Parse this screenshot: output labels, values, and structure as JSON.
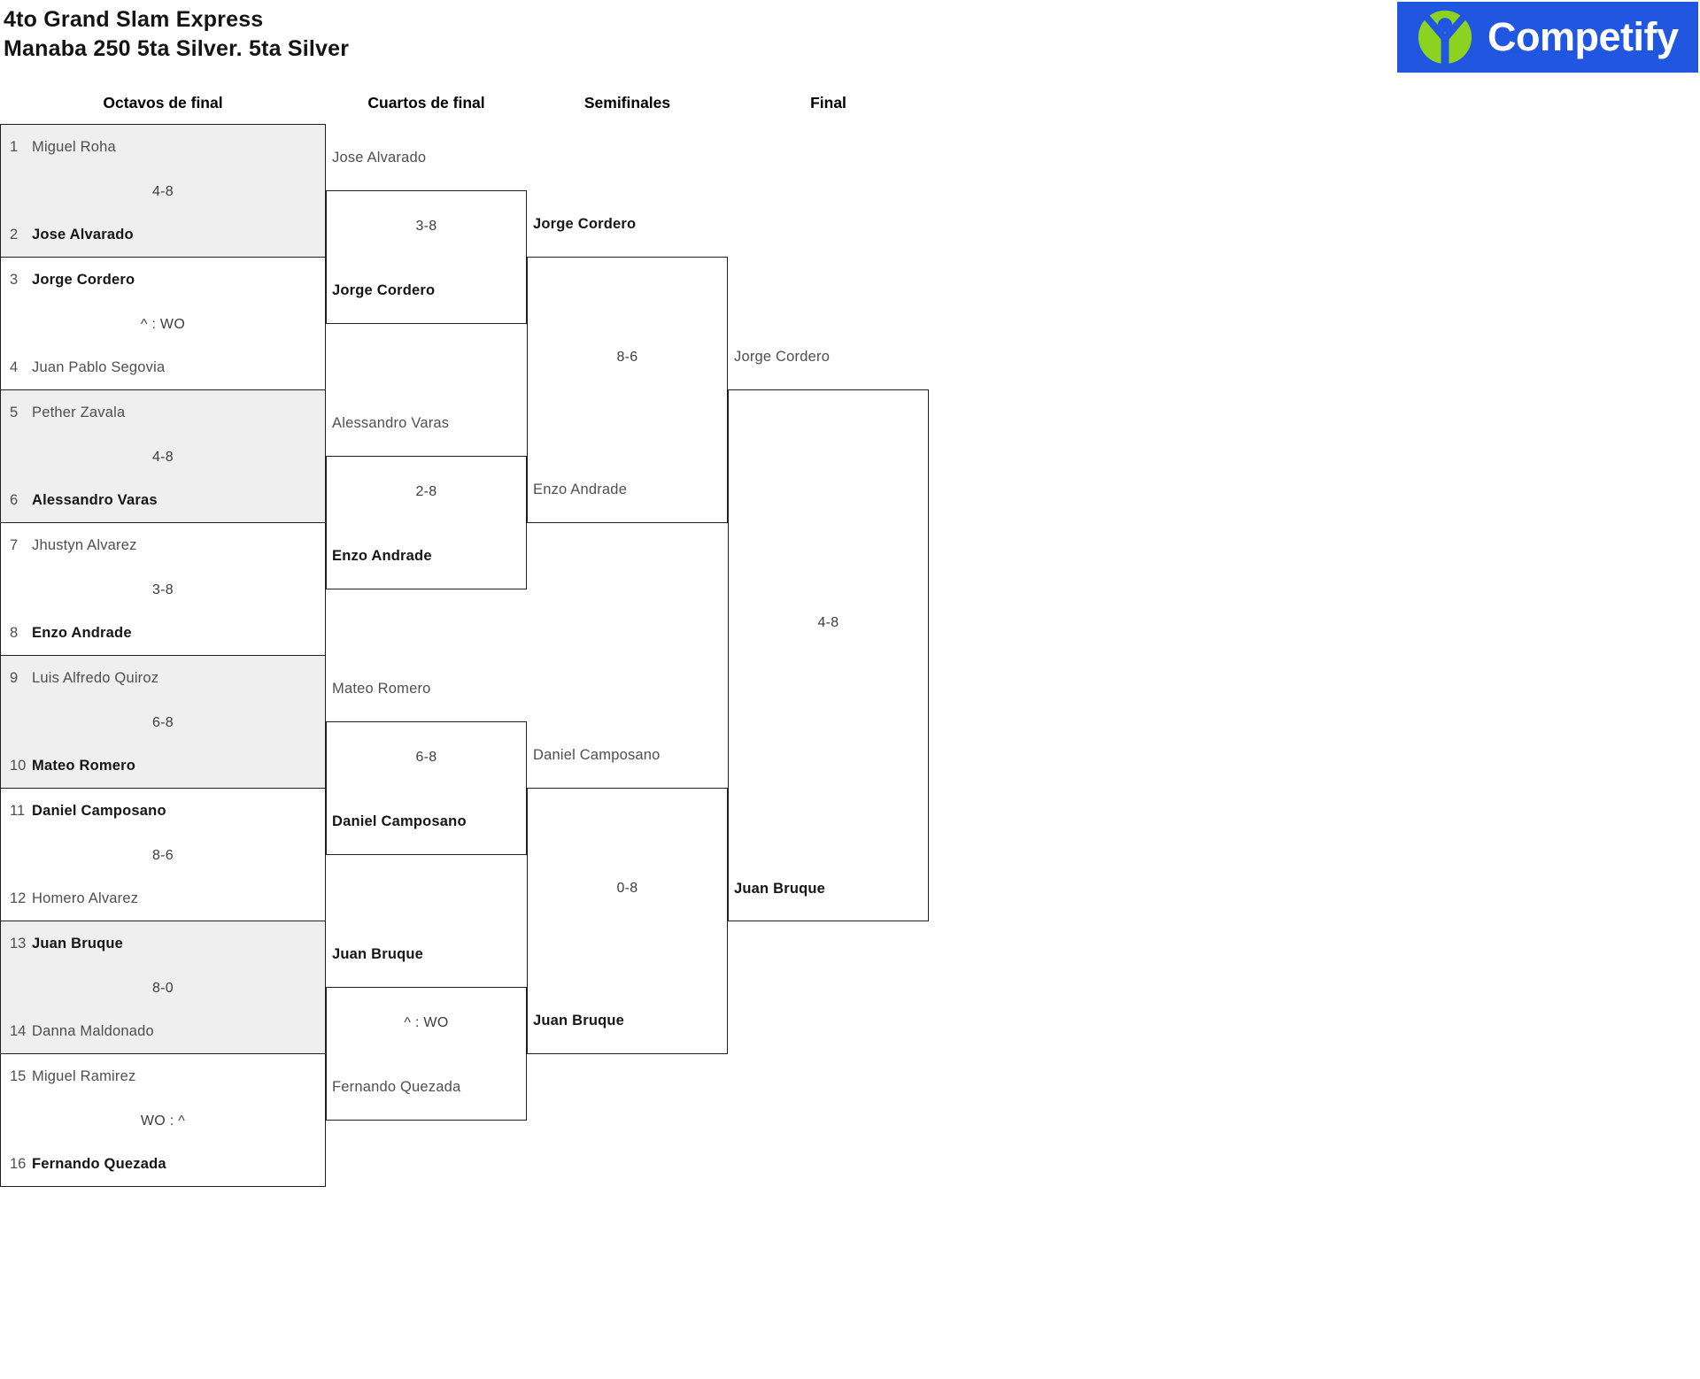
{
  "title": {
    "line1": "4to Grand Slam Express",
    "line2": "Manaba 250 5ta Silver. 5ta Silver"
  },
  "logo": {
    "text": "Competify",
    "background_color": "#2157E0",
    "icon_color": "#8CD220",
    "text_color": "#FFFFFF"
  },
  "round_labels": [
    "Octavos de final",
    "Cuartos de final",
    "Semifinales",
    "Final"
  ],
  "bracket": {
    "octavos": [
      {
        "seed1": "1",
        "player1": "Miguel Roha",
        "score": "4-8",
        "seed2": "2",
        "player2": "Jose Alvarado",
        "winner": "player2"
      },
      {
        "seed1": "3",
        "player1": "Jorge Cordero",
        "score": "^ : WO",
        "seed2": "4",
        "player2": "Juan Pablo Segovia",
        "winner": "player1"
      },
      {
        "seed1": "5",
        "player1": "Pether Zavala",
        "score": "4-8",
        "seed2": "6",
        "player2": "Alessandro Varas",
        "winner": "player2"
      },
      {
        "seed1": "7",
        "player1": "Jhustyn Alvarez",
        "score": "3-8",
        "seed2": "8",
        "player2": "Enzo Andrade",
        "winner": "player2"
      },
      {
        "seed1": "9",
        "player1": "Luis Alfredo Quiroz",
        "score": "6-8",
        "seed2": "10",
        "player2": "Mateo Romero",
        "winner": "player2"
      },
      {
        "seed1": "11",
        "player1": "Daniel Camposano",
        "score": "8-6",
        "seed2": "12",
        "player2": "Homero Alvarez",
        "winner": "player1"
      },
      {
        "seed1": "13",
        "player1": "Juan Bruque",
        "score": "8-0",
        "seed2": "14",
        "player2": "Danna Maldonado",
        "winner": "player1"
      },
      {
        "seed1": "15",
        "player1": "Miguel Ramirez",
        "score": "WO : ^",
        "seed2": "16",
        "player2": "Fernando Quezada",
        "winner": "player2"
      }
    ],
    "cuartos": [
      {
        "player1": "Jose Alvarado",
        "score": "3-8",
        "player2": "Jorge Cordero",
        "winner": "player2"
      },
      {
        "player1": "Alessandro Varas",
        "score": "2-8",
        "player2": "Enzo Andrade",
        "winner": "player2"
      },
      {
        "player1": "Mateo Romero",
        "score": "6-8",
        "player2": "Daniel Camposano",
        "winner": "player2"
      },
      {
        "player1": "Juan Bruque",
        "score": "^ : WO",
        "player2": "Fernando Quezada",
        "winner": "player1"
      }
    ],
    "semifinales": [
      {
        "player1": "Jorge Cordero",
        "score": "8-6",
        "player2": "Enzo Andrade",
        "winner": "player1"
      },
      {
        "player1": "Daniel Camposano",
        "score": "0-8",
        "player2": "Juan Bruque",
        "winner": "player2"
      }
    ],
    "final": [
      {
        "player1": "Jorge Cordero",
        "score": "4-8",
        "player2": "Juan Bruque",
        "winner": "player2"
      }
    ]
  },
  "colors": {
    "line": "#1F1F1F",
    "shaded_match_bg": "#EFEFEF",
    "winner_text": "#161616",
    "loser_text": "#4F4F4F",
    "score_text": "#3C3C3C"
  }
}
